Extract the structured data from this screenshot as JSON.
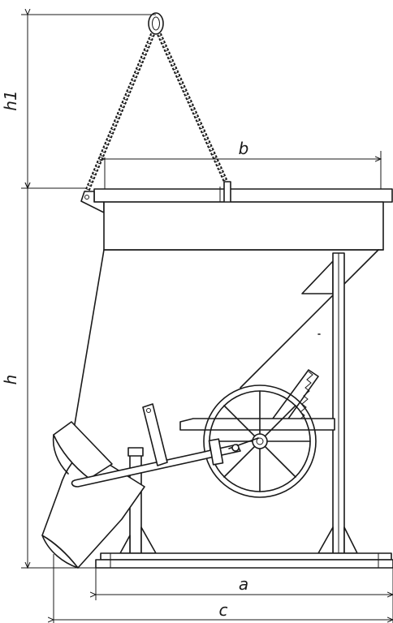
{
  "dimensions": {
    "h1": "h1",
    "h": "h",
    "b": "b",
    "a": "a",
    "c": "c"
  }
}
